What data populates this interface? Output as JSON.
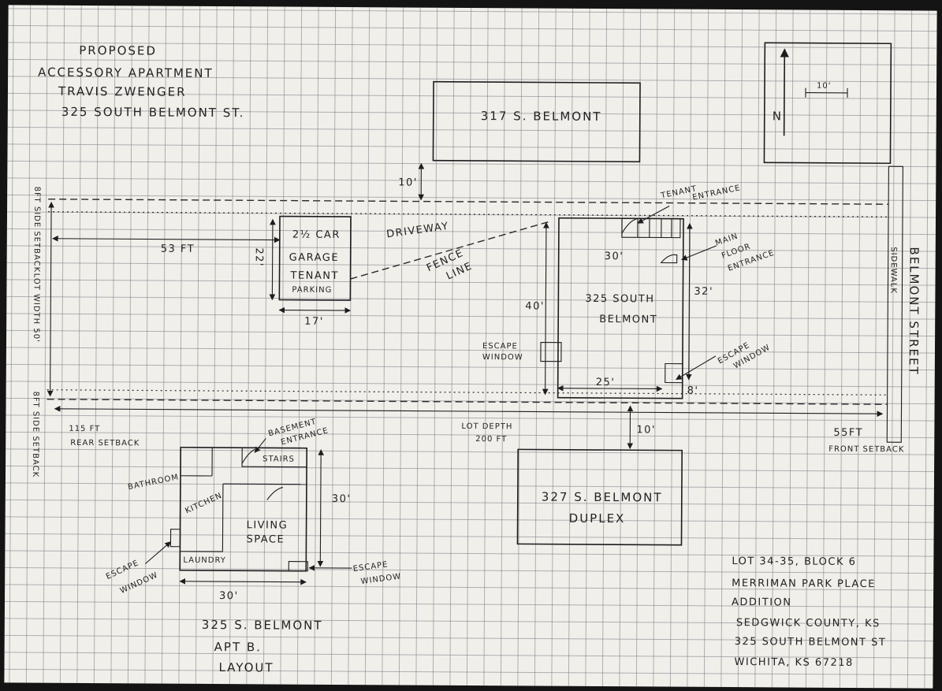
{
  "title_block": {
    "line1": "PROPOSED",
    "line2": "ACCESSORY APARTMENT",
    "line3": "TRAVIS ZWENGER",
    "line4": "325 SOUTH BELMONT ST."
  },
  "north_arrow": {
    "letter": "N",
    "scale": "10'"
  },
  "buildings": {
    "neighbor_north": "317 S. BELMONT",
    "neighbor_south_line1": "327 S. BELMONT",
    "neighbor_south_line2": "DUPLEX",
    "main_line1": "325 SOUTH",
    "main_line2": "BELMONT",
    "garage_line1": "2½ CAR",
    "garage_line2": "GARAGE",
    "garage_line3": "TENANT",
    "garage_line4": "PARKING"
  },
  "labels": {
    "tenant_entrance_1": "TENANT",
    "tenant_entrance_2": "ENTRANCE",
    "main_entrance_1": "MAIN",
    "main_entrance_2": "FLOOR",
    "main_entrance_3": "ENTRANCE",
    "driveway": "DRIVEWAY",
    "fence_1": "FENCE",
    "fence_2": "LINE",
    "escape_left_1": "ESCAPE",
    "escape_left_2": "WINDOW",
    "escape_right_1": "ESCAPE",
    "escape_right_2": "WINDOW",
    "street": "BELMONT STREET",
    "sidewalk": "SIDEWALK",
    "side_setback_top": "8FT SIDE SETBACK",
    "side_setback_bottom": "8FT SIDE SETBACK",
    "lot_width": "LOT WIDTH 50'",
    "rear_setback_1": "115 FT",
    "rear_setback_2": "REAR SETBACK",
    "lot_depth_1": "LOT DEPTH",
    "lot_depth_2": "200 FT",
    "front_setback_1": "55FT",
    "front_setback_2": "FRONT SETBACK"
  },
  "dimensions": {
    "d_10_top": "10'",
    "d_53": "53 FT",
    "d_22": "22'",
    "d_17": "17'",
    "d_30_main": "30'",
    "d_40": "40'",
    "d_32": "32'",
    "d_25": "25'",
    "d_8": "8'",
    "d_10_bottom": "10'",
    "apt_30_v": "30'",
    "apt_30_h": "30'"
  },
  "apartment": {
    "basement_1": "BASEMENT",
    "basement_2": "ENTRANCE",
    "stairs": "STAIRS",
    "bathroom": "BATHROOM",
    "kitchen": "KITCHEN",
    "living_1": "LIVING",
    "living_2": "SPACE",
    "laundry": "LAUNDRY",
    "escape_l_1": "ESCAPE",
    "escape_l_2": "WINDOW",
    "escape_r_1": "ESCAPE",
    "escape_r_2": "WINDOW",
    "caption_1": "325 S. BELMONT",
    "caption_2": "APT B.",
    "caption_3": "LAYOUT"
  },
  "legal": {
    "line1": "LOT 34-35, BLOCK 6",
    "line2": "MERRIMAN PARK PLACE",
    "line3": "ADDITION",
    "line4": "SEDGWICK COUNTY, KS",
    "line5": "325 SOUTH BELMONT ST",
    "line6": "WICHITA, KS   67218"
  }
}
